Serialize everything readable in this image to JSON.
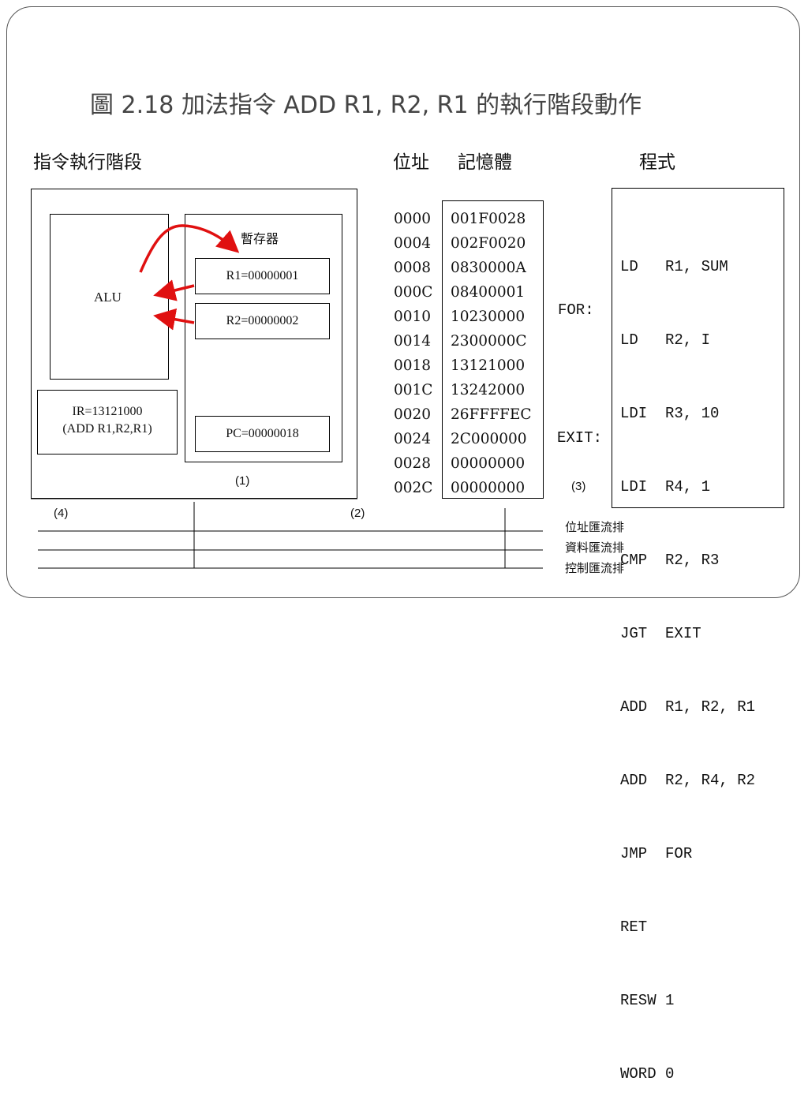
{
  "title": "圖 2.18 加法指令 ADD R1, R2, R1 的執行階段動作",
  "headers": {
    "stage": "指令執行階段",
    "address": "位址",
    "memory": "記憶體",
    "program": "程式"
  },
  "cpu": {
    "alu": "ALU",
    "registers_title": "暫存器",
    "r1": "R1=00000001",
    "r2": "R2=00000002",
    "ir_line1": "IR=13121000",
    "ir_line2": "(ADD R1,R2,R1)",
    "pc": "PC=00000018"
  },
  "markers": {
    "m1": "(1)",
    "m2": "(2)",
    "m3": "(3)",
    "m4": "(4)"
  },
  "addresses": [
    "0000",
    "0004",
    "0008",
    "000C",
    "0010",
    "0014",
    "0018",
    "001C",
    "0020",
    "0024",
    "0028",
    "002C"
  ],
  "memory": [
    "001F0028",
    "002F0020",
    "0830000A",
    "08400001",
    "10230000",
    "2300000C",
    "13121000",
    "13242000",
    "26FFFFEC",
    "2C000000",
    "00000000",
    "00000000"
  ],
  "labels": {
    "for": "FOR:",
    "exit": "EXIT:"
  },
  "program": [
    "LD   R1, SUM",
    "LD   R2, I",
    "LDI  R3, 10",
    "LDI  R4, 1",
    "CMP  R2, R3",
    "JGT  EXIT",
    "ADD  R1, R2, R1",
    "ADD  R2, R4, R2",
    "JMP  FOR",
    "RET",
    "RESW 1",
    "WORD 0"
  ],
  "buses": {
    "address_bus": "位址匯流排",
    "data_bus": "資料匯流排",
    "control_bus": "控制匯流排"
  },
  "colors": {
    "arrow": "#e01010",
    "title": "#444444"
  }
}
